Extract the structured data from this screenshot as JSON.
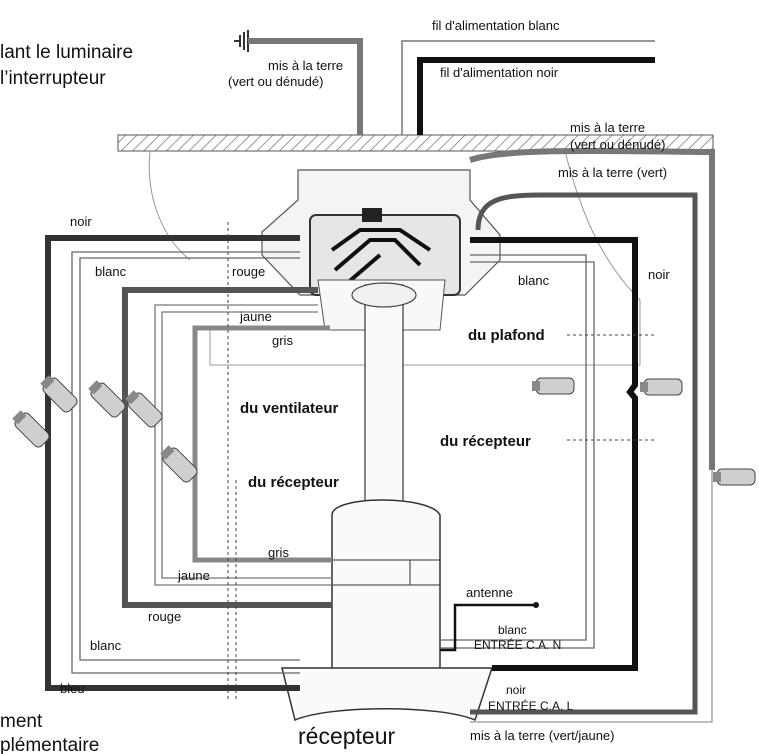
{
  "header": {
    "title_line1": "lant le luminaire",
    "title_line2": "l’interrupteur"
  },
  "footer": {
    "line1": "ment",
    "line2": "plémentaire"
  },
  "labels": {
    "supply_white": "fil d'alimentation blanc",
    "supply_black": "fil d'alimentation noir",
    "ground_top": "mis à la terre",
    "ground_top2": "(vert ou dénudé)",
    "ground_right": "mis à la terre",
    "ground_right2": "(vert ou dénudé)",
    "ground_green": "mis à la terre (vert)",
    "noir_left": "noir",
    "blanc_left": "blanc",
    "rouge_top": "rouge",
    "jaune_top": "jaune",
    "gris_top": "gris",
    "blanc_right": "blanc",
    "noir_right": "noir",
    "du_plafond": "du plafond",
    "du_ventilateur": "du ventilateur",
    "du_recepteur_right": "du récepteur",
    "du_recepteur_center": "du récepteur",
    "gris_bottom": "gris",
    "jaune_bottom": "jaune",
    "rouge_bottom": "rouge",
    "blanc_bottom": "blanc",
    "bleu_bottom": "bleu",
    "antenne": "antenne",
    "blanc_recv": "blanc",
    "entree_n": "ENTRÉE C.A. N",
    "noir_recv": "noir",
    "entree_l": "ENTRÉE C.A. L",
    "recepteur": "récepteur",
    "ground_yellow": "mis à la terre (vert/jaune)"
  }
}
